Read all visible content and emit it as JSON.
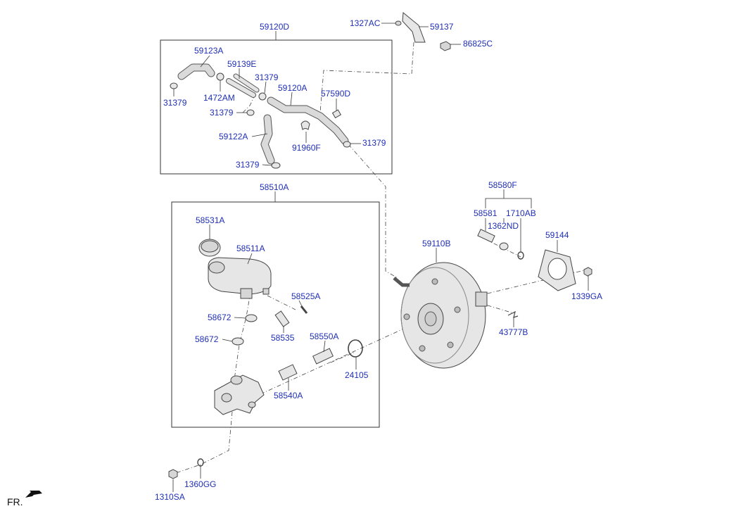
{
  "labels": {
    "grp_hose_kit": "59120D",
    "hose_59123A": "59123A",
    "connector_59139E": "59139E",
    "clamp_31379_a": "31379",
    "clip_1472AM": "1472AM",
    "clamp_31379_b": "31379",
    "hose_59120A": "59120A",
    "valve_57590D": "57590D",
    "clamp_31379_c": "31379",
    "hose_59122A": "59122A",
    "clamp_91960F": "91960F",
    "clamp_31379_d": "31379",
    "clamp_31379_e": "31379",
    "bolt_1327AC": "1327AC",
    "bracket_59137": "59137",
    "nut_86825C": "86825C",
    "grp_master_cyl": "58510A",
    "cap_58531A": "58531A",
    "reservoir_58511A": "58511A",
    "pin_58525A": "58525A",
    "grommet_58672_a": "58672",
    "seal_58535": "58535",
    "grommet_58672_b": "58672",
    "piston_58550A": "58550A",
    "oring_24105": "24105",
    "piston_58540A": "58540A",
    "grp_clevis_kit": "58580F",
    "clevis_58581": "58581",
    "washer_1710AB": "1710AB",
    "nut_1362ND": "1362ND",
    "booster_59110B": "59110B",
    "gasket_59144": "59144",
    "nut_1339GA": "1339GA",
    "clip_43777B": "43777B",
    "nut_1310SA": "1310SA",
    "washer_1360GG": "1360GG",
    "front_indicator": "FR."
  },
  "colors": {
    "label": "#1f2fb5",
    "line": "#333333",
    "part_fill": "#e6e6e6"
  },
  "icons": {
    "front_arrow": "arrow-left-down-icon"
  }
}
